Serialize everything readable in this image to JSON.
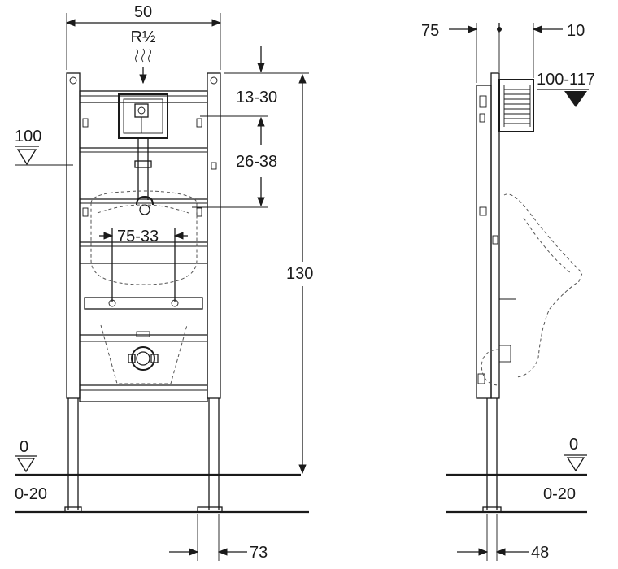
{
  "front_view": {
    "width_label": "50",
    "thread_label": "R½",
    "flush_height_label": "13-30",
    "spacing_label": "26-38",
    "fixing_label": "75-33",
    "height_label": "130",
    "level_100_label": "100",
    "floor_level_label": "0",
    "floor_range_label": "0-20",
    "leg_offset_label": "73"
  },
  "side_view": {
    "depth_left_label": "75",
    "depth_right_label": "10",
    "panel_label": "100-117",
    "floor_level_label": "0",
    "floor_range_label": "0-20",
    "foot_offset_label": "48"
  }
}
